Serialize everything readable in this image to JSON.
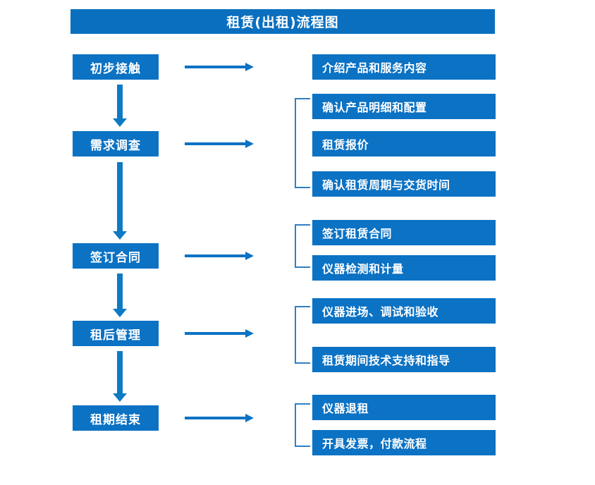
{
  "title": "租赁(出租)流程图",
  "colors": {
    "box_fill": "#0b72c4",
    "title_fill": "#0a6fbe",
    "arrow": "#0b72c4",
    "v_arrow": "#0d7ac4",
    "bracket": "#2f7fc4",
    "text": "#ffffff",
    "background": "#ffffff"
  },
  "stages": [
    {
      "label": "初步接触"
    },
    {
      "label": "需求调查"
    },
    {
      "label": "签订合同"
    },
    {
      "label": "租后管理"
    },
    {
      "label": "租期结束"
    }
  ],
  "details": [
    {
      "label": "介绍产品和服务内容"
    },
    {
      "label": "确认产品明细和配置"
    },
    {
      "label": "租赁报价"
    },
    {
      "label": "确认租赁周期与交货时间"
    },
    {
      "label": "签订租赁合同"
    },
    {
      "label": "仪器检测和计量"
    },
    {
      "label": "仪器进场、调试和验收"
    },
    {
      "label": "租赁期间技术支持和指导"
    },
    {
      "label": "仪器退租"
    },
    {
      "label": "开具发票，付款流程"
    }
  ],
  "groups": [
    {
      "stage": "初步接触",
      "details": [
        "介绍产品和服务内容"
      ]
    },
    {
      "stage": "需求调查",
      "details": [
        "确认产品明细和配置",
        "租赁报价",
        "确认租赁周期与交货时间"
      ]
    },
    {
      "stage": "签订合同",
      "details": [
        "签订租赁合同",
        "仪器检测和计量"
      ]
    },
    {
      "stage": "租后管理",
      "details": [
        "仪器进场、调试和验收",
        "租赁期间技术支持和指导"
      ]
    },
    {
      "stage": "租期结束",
      "details": [
        "仪器退租",
        "开具发票，付款流程"
      ]
    }
  ]
}
